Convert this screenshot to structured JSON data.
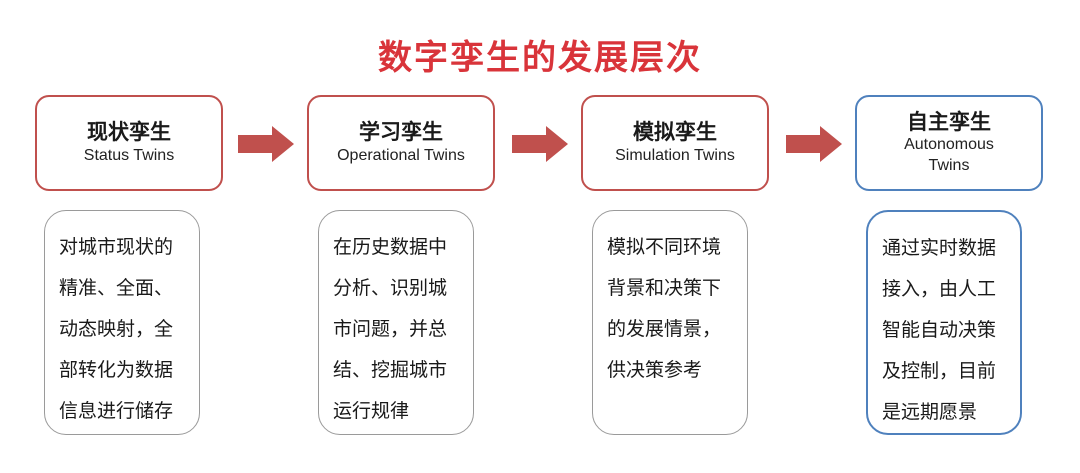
{
  "title": "数字孪生的发展层次",
  "stages": [
    {
      "cn": "现状孪生",
      "en": "Status Twins",
      "desc": "对城市现状的精准、全面、动态映射，全部转化为数据信息进行储存"
    },
    {
      "cn": "学习孪生",
      "en": "Operational Twins",
      "desc": "在历史数据中分析、识别城市问题，并总结、挖掘城市运行规律"
    },
    {
      "cn": "模拟孪生",
      "en": "Simulation Twins",
      "desc": "模拟不同环境背景和决策下的发展情景，供决策参考"
    },
    {
      "cn": "自主孪生",
      "en": "Autonomous Twins",
      "desc": "通过实时数据接入，由人工智能自动决策及控制，目前是远期愿景"
    }
  ],
  "colors": {
    "title": "#d9343a",
    "border_red": "#c0504d",
    "border_blue": "#4f81bd",
    "arrow": "#c0504d"
  }
}
